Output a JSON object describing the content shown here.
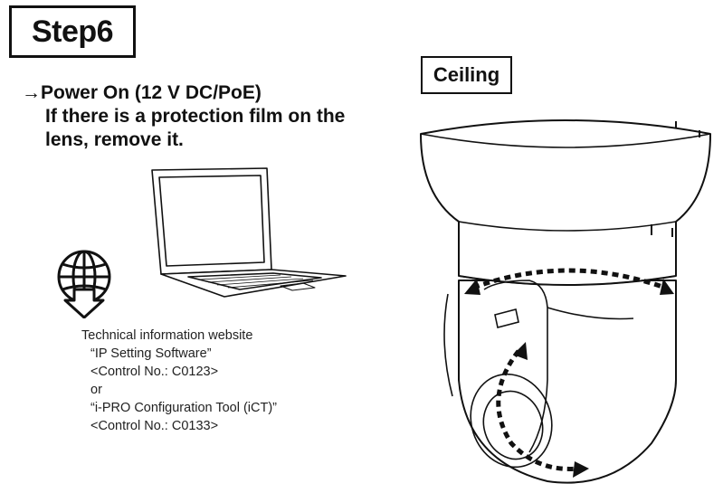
{
  "step": {
    "title": "Step6"
  },
  "instruction": {
    "arrow": "→",
    "line1": "Power On (12 V DC/PoE)",
    "line2": "If there is a protection film on the",
    "line3": "lens, remove it."
  },
  "ceiling_label": "Ceiling",
  "info": {
    "heading": "Technical information website",
    "item1_name": "“IP Setting Software”",
    "item1_control": "<Control No.: C0123>",
    "separator": "or",
    "item2_name": "“i-PRO Configuration Tool (iCT)”",
    "item2_control": "<Control No.: C0133>"
  },
  "icons": [
    "globe-download-icon",
    "laptop-illustration",
    "dome-camera-illustration",
    "rotation-arrows"
  ]
}
